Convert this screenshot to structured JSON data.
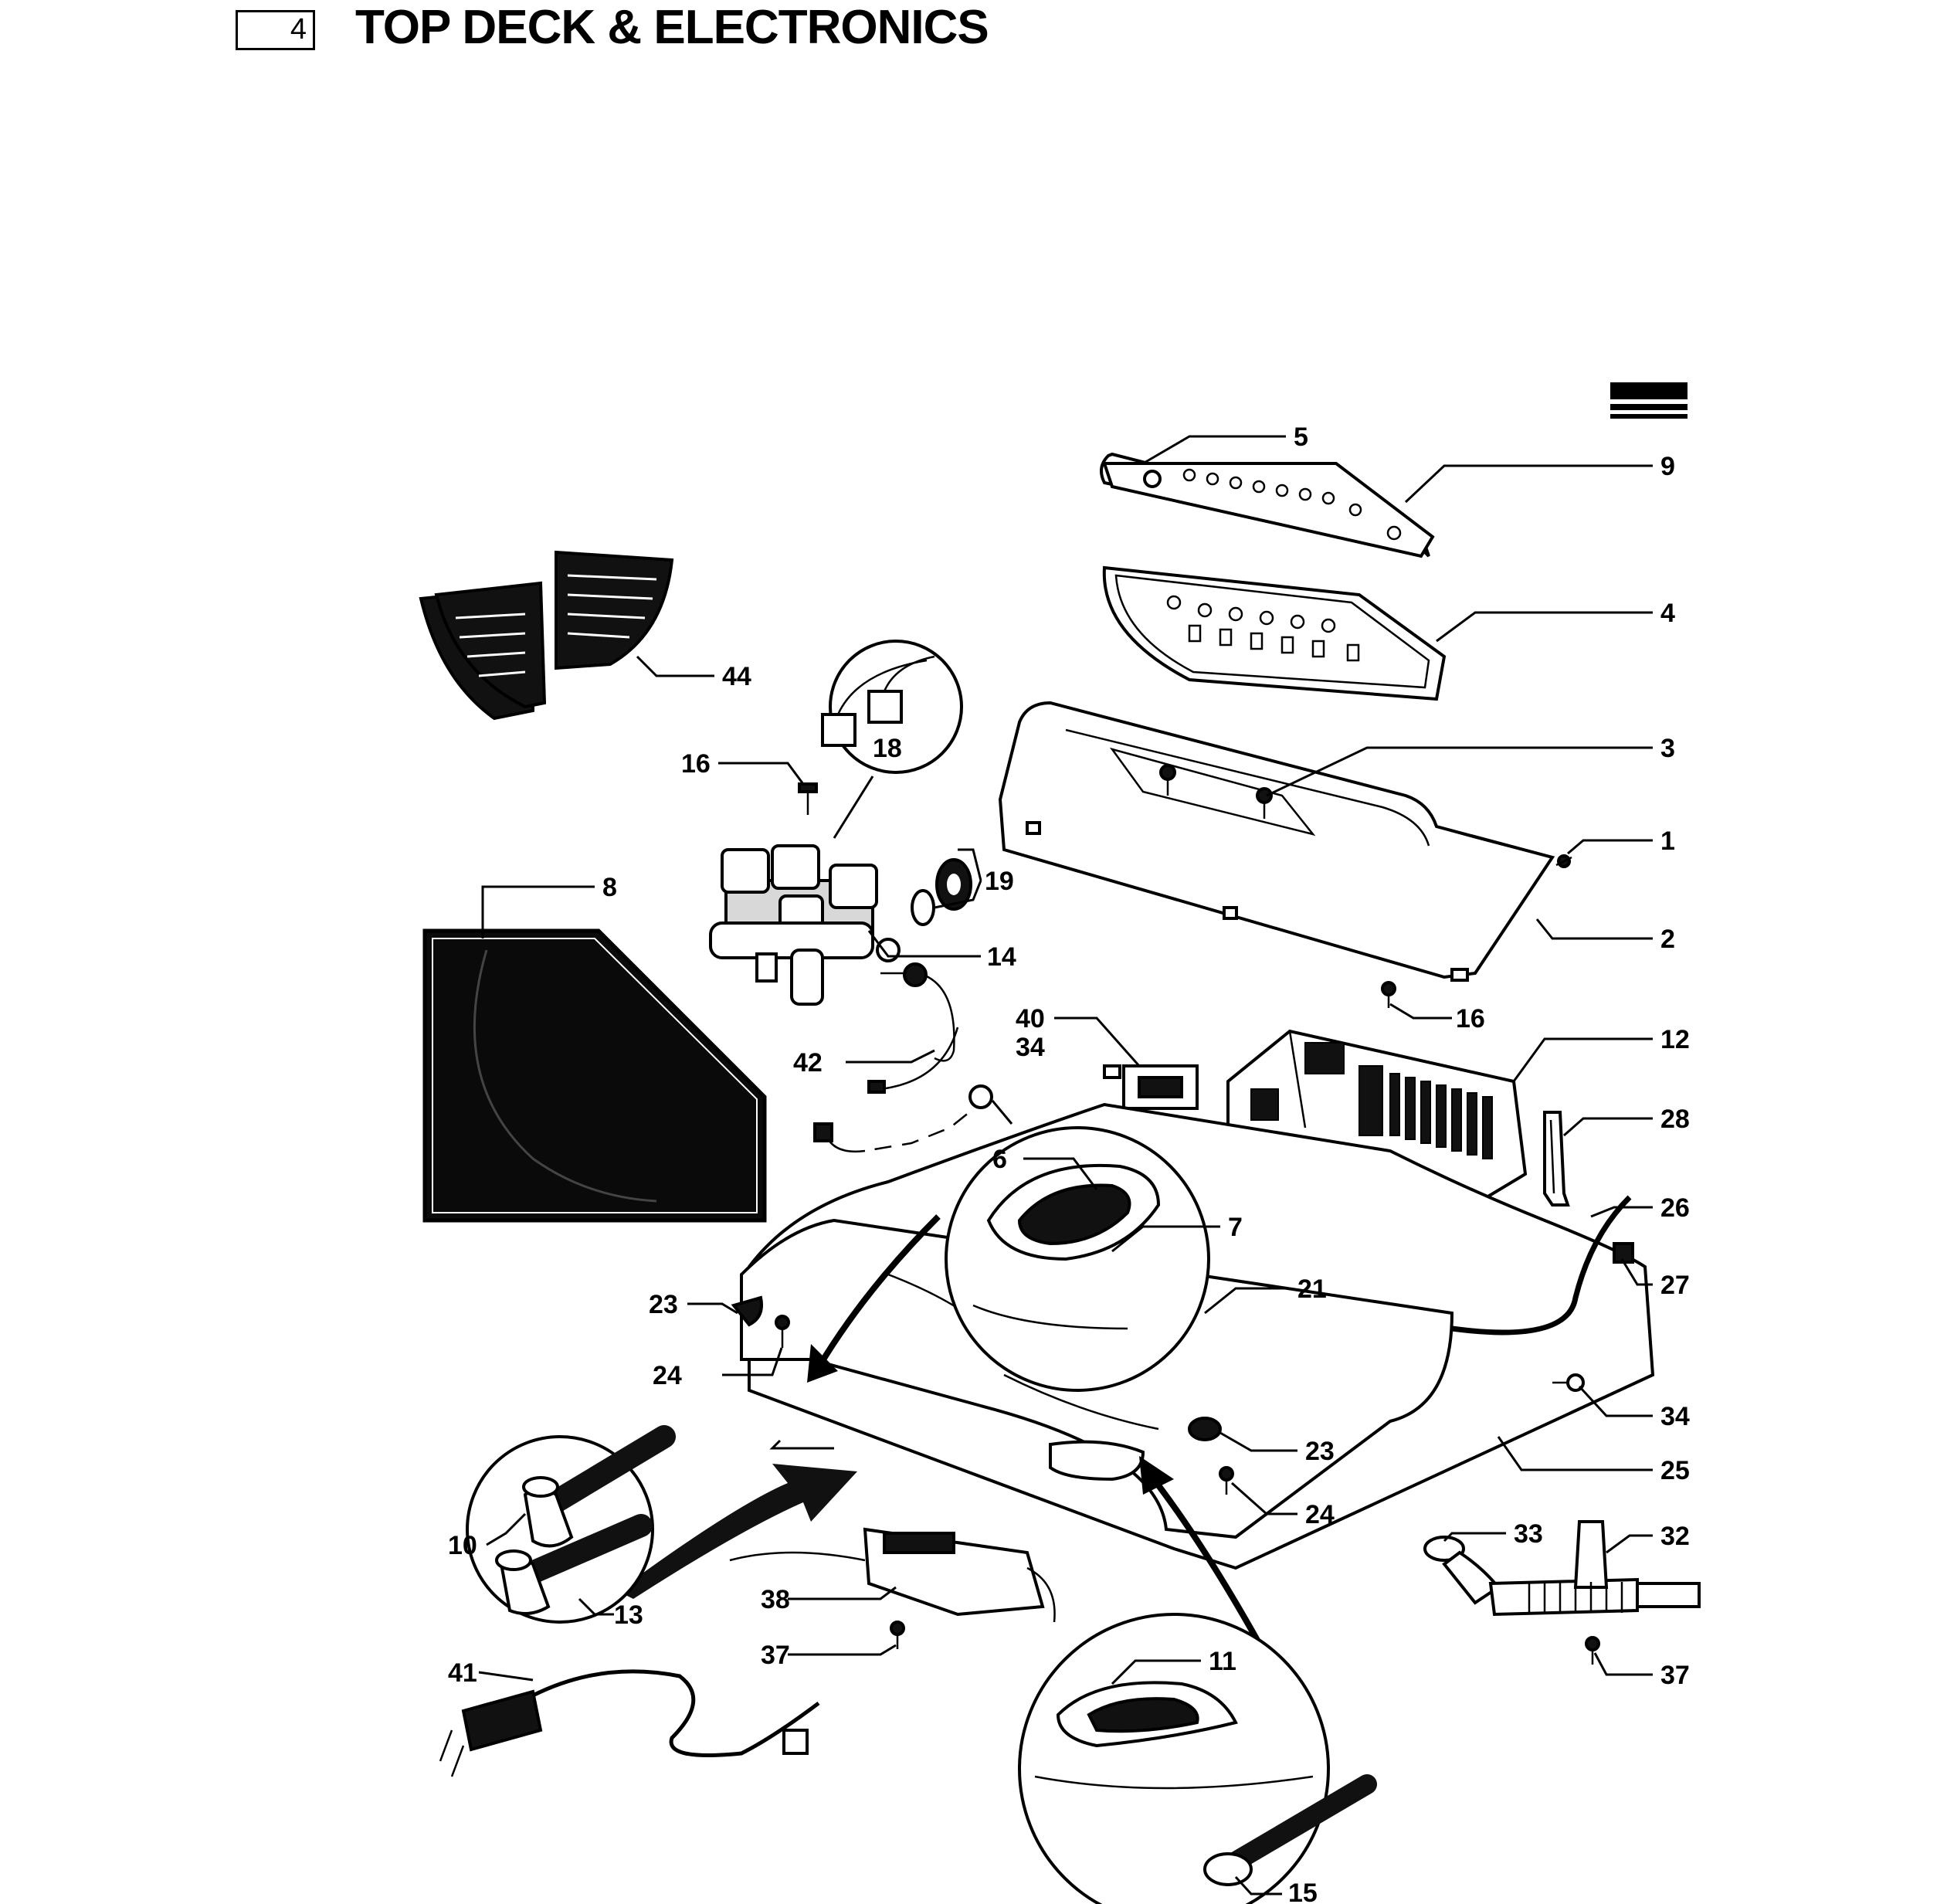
{
  "header": {
    "section_number": "4",
    "title": "TOP DECK & ELECTRONICS"
  },
  "callouts": {
    "c1": "1",
    "c2": "2",
    "c3": "3",
    "c4": "4",
    "c5": "5",
    "c6": "6",
    "c7": "7",
    "c8": "8",
    "c9": "9",
    "c10": "10",
    "c11": "11",
    "c12": "12",
    "c13": "13",
    "c14": "14",
    "c15": "15",
    "c16a": "16",
    "c16b": "16",
    "c18": "18",
    "c19": "19",
    "c21": "21",
    "c23a": "23",
    "c23b": "23",
    "c24a": "24",
    "c24b": "24",
    "c25": "25",
    "c26": "26",
    "c27": "27",
    "c28": "28",
    "c32": "32",
    "c33": "33",
    "c34a": "34",
    "c34b": "34",
    "c37a": "37",
    "c37b": "37",
    "c38": "38",
    "c40": "40",
    "c41": "41",
    "c42": "42",
    "c44": "44"
  }
}
